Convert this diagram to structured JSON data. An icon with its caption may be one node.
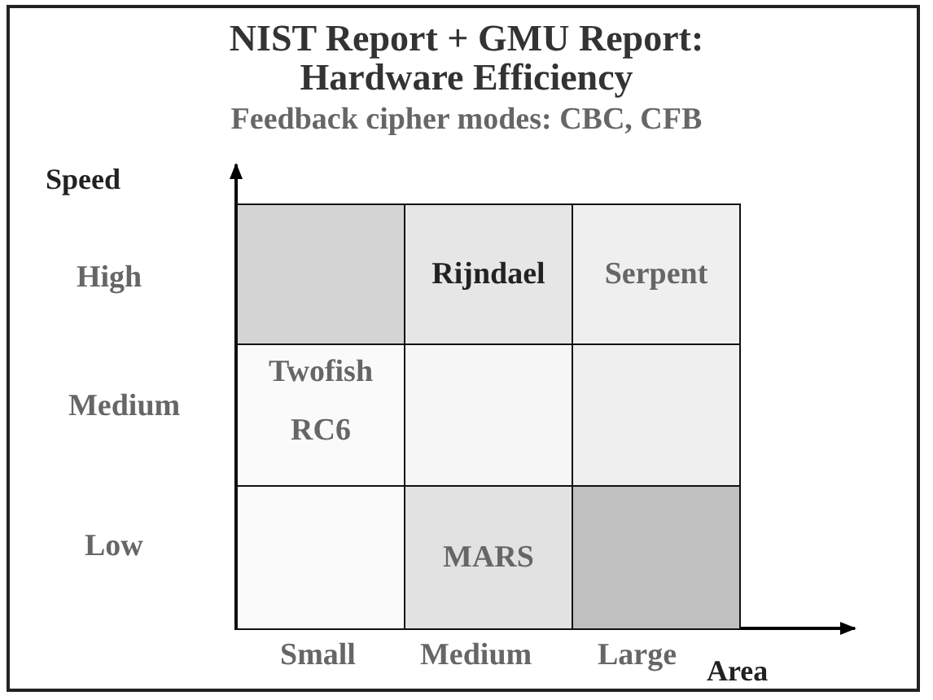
{
  "diagram": {
    "title": "NIST Report + GMU Report: Hardware Efficiency",
    "nodes": [
      {
        "text": [],
        "shape": "box"
      },
      {
        "text": [
          "Rijndael"
        ]
      },
      {
        "text": [
          "Serpent"
        ]
      },
      {
        "text": [
          "Twofish",
          "RC6"
        ]
      },
      {
        "text": [],
        "shape": "box"
      },
      {
        "text": [],
        "shape": "box"
      },
      {
        "text": [],
        "shape": "box"
      },
      {
        "text": [
          "MARS"
        ]
      },
      {
        "text": [],
        "shape": "box"
      }
    ],
    "edges": [],
    "labels": [
      "Feedback cipher modes: CBC, CFB",
      "Speed",
      "High",
      "Medium",
      "Low",
      "Small",
      "Medium",
      "Large",
      "Area"
    ]
  }
}
